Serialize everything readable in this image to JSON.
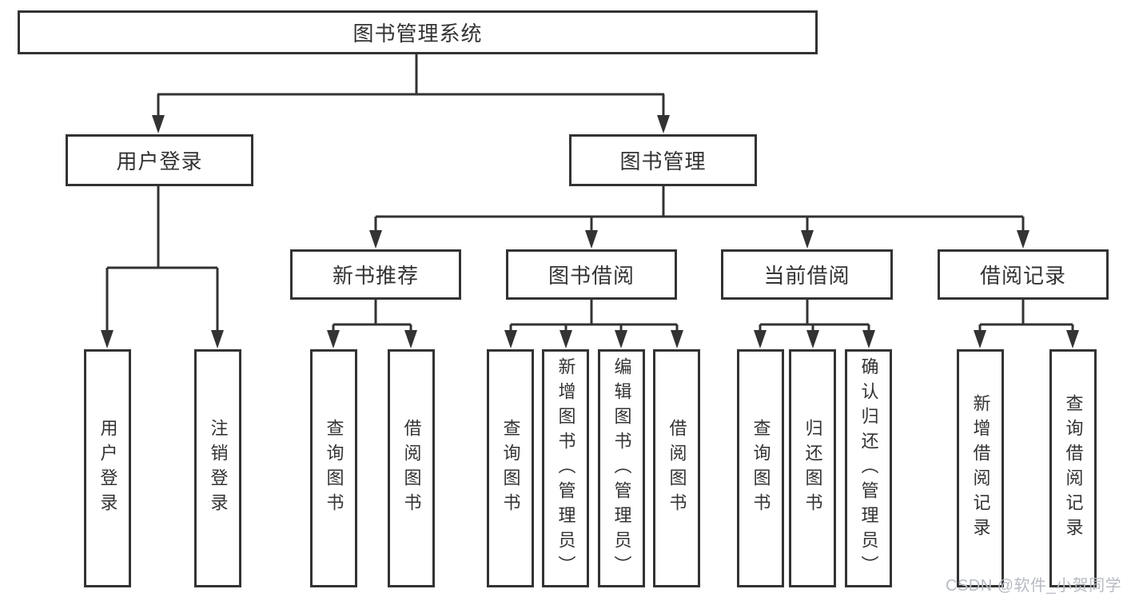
{
  "tree": {
    "root": "图书管理系统",
    "children": [
      {
        "label": "用户登录",
        "children": [
          "用户登录",
          "注销登录"
        ]
      },
      {
        "label": "图书管理",
        "children": [
          {
            "label": "新书推荐",
            "children": [
              "查询图书",
              "借阅图书"
            ]
          },
          {
            "label": "图书借阅",
            "children": [
              "查询图书",
              "新增图书（管理员）",
              "编辑图书（管理员）",
              "借阅图书"
            ]
          },
          {
            "label": "当前借阅",
            "children": [
              "查询图书",
              "归还图书",
              "确认归还（管理员）"
            ]
          },
          {
            "label": "借阅记录",
            "children": [
              "新增借阅记录",
              "查询借阅记录"
            ]
          }
        ]
      }
    ]
  },
  "watermark": {
    "text": "CSDN @软件_小贺同学",
    "color": "#b7bbc3"
  },
  "colors": {
    "line": "#333333",
    "text": "#333333",
    "background": "#ffffff"
  }
}
